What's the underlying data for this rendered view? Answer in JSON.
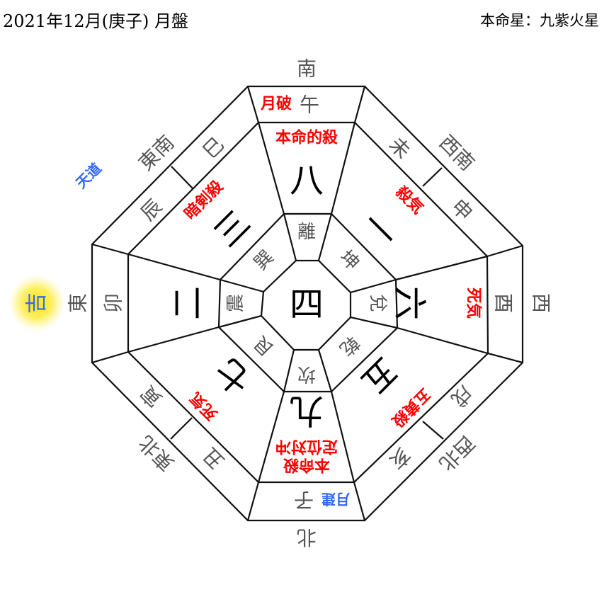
{
  "header": {
    "title": "2021年12月(庚子) 月盤",
    "honmeisei": "本命星：九紫火星"
  },
  "colors": {
    "bad": "#ff0000",
    "good": "#3366ff",
    "glow": "#ffe400"
  },
  "directions": {
    "S": "南",
    "SW": "西南",
    "W": "西",
    "NW": "西北",
    "N": "北",
    "NE": "東北",
    "E": "東",
    "SE": "東南"
  },
  "branches": {
    "uma": "午",
    "hitsuji": "未",
    "saru": "申",
    "tori": "酉",
    "inu": "戌",
    "i": "亥",
    "ne": "子",
    "ushi": "丑",
    "tora": "寅",
    "u": "卯",
    "tatsu": "辰",
    "mi": "巳"
  },
  "branch_labels": {
    "S": "月破",
    "N": "月建"
  },
  "stars": {
    "center": "四",
    "S": "八",
    "SW": "一",
    "W": "六",
    "NW": "五",
    "N": "九",
    "NE": "七",
    "E": "二",
    "SE": "三"
  },
  "trigrams": {
    "S": "離",
    "SW": "坤",
    "W": "兌",
    "NW": "乾",
    "N": "坎",
    "NE": "艮",
    "E": "震",
    "SE": "巽"
  },
  "sector_labels": {
    "S": "本命的殺",
    "SW": "殺気",
    "W": "死気",
    "NW": "五黄殺",
    "N1": "本命殺",
    "N2": "定位対冲",
    "NE": "死気",
    "SE": "暗剣殺"
  },
  "lucky": {
    "tendo": "天道",
    "kichi": "吉"
  }
}
